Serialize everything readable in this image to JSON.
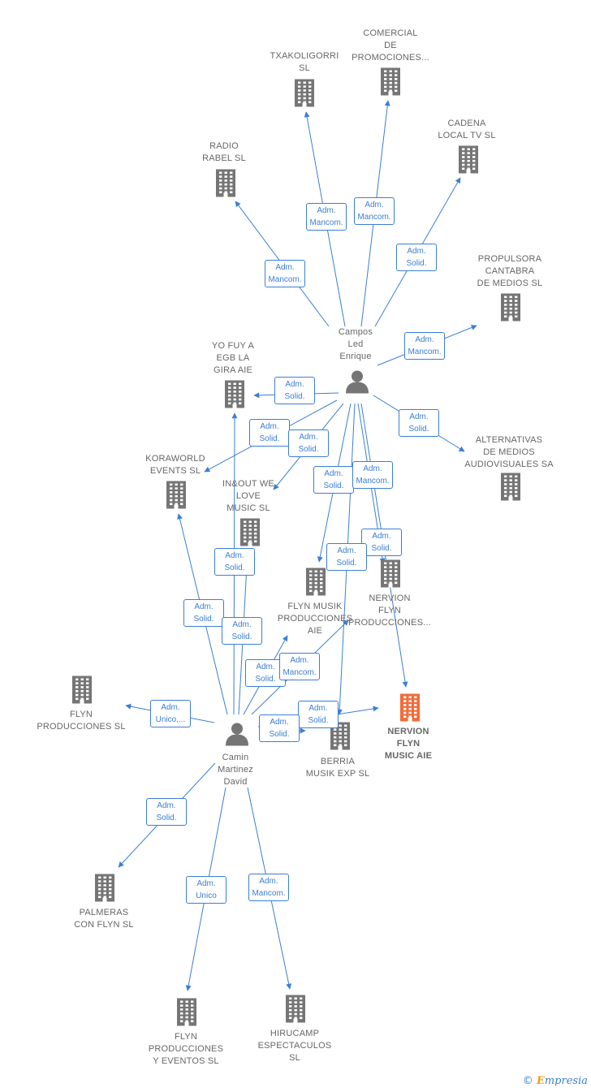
{
  "colors": {
    "edge": "#3a7fd5",
    "company": "#757575",
    "highlight": "#f26c3a",
    "person": "#757575"
  },
  "credit": {
    "symbol": "©",
    "brand_initial": "E",
    "brand_rest": "mpresia"
  },
  "nodes": [
    {
      "id": "txakoligorri",
      "type": "company",
      "label": "TXAKOLIGORRI\nSL"
    },
    {
      "id": "comercial",
      "type": "company",
      "label": "COMERCIAL\nDE\nPROMOCIONES..."
    },
    {
      "id": "cadena",
      "type": "company",
      "label": "CADENA\nLOCAL TV SL"
    },
    {
      "id": "radio",
      "type": "company",
      "label": "RADIO\nRABEL SL"
    },
    {
      "id": "propulsora",
      "type": "company",
      "label": "PROPULSORA\nCANTABRA\nDE MEDIOS SL"
    },
    {
      "id": "campos",
      "type": "person",
      "label": "Campos\nLed\nEnrique"
    },
    {
      "id": "yofuy",
      "type": "company",
      "label": "YO FUY A\nEGB LA\nGIRA  AIE"
    },
    {
      "id": "alternativas",
      "type": "company",
      "label": "ALTERNATIVAS\nDE MEDIOS\nAUDIOVISUALES SA"
    },
    {
      "id": "koraworld",
      "type": "company",
      "label": "KORAWORLD\nEVENTS  SL"
    },
    {
      "id": "inout",
      "type": "company",
      "label": "IN&OUT WE\nLOVE\nMUSIC  SL"
    },
    {
      "id": "flynmusik",
      "type": "company",
      "label": "FLYN MUSIK\nPRODUCCIONES\nAIE"
    },
    {
      "id": "nervionflyn",
      "type": "company",
      "label": "NERVION\nFLYN\nPRODUCCIONES..."
    },
    {
      "id": "nervionmain",
      "type": "main",
      "label": "NERVION\nFLYN\nMUSIC  AIE"
    },
    {
      "id": "flynprod",
      "type": "company",
      "label": "FLYN\nPRODUCCIONES SL"
    },
    {
      "id": "berria",
      "type": "company",
      "label": "BERRIA\nMUSIK EXP  SL"
    },
    {
      "id": "camin",
      "type": "person",
      "label": "Camin\nMartinez\nDavid"
    },
    {
      "id": "palmeras",
      "type": "company",
      "label": "PALMERAS\nCON FLYN SL"
    },
    {
      "id": "flynprodeventos",
      "type": "company",
      "label": "FLYN\nPRODUCCIONES\nY EVENTOS  SL"
    },
    {
      "id": "hirucamp",
      "type": "company",
      "label": "HIRUCAMP\nESPECTACULOS\nSL"
    }
  ],
  "relations": [
    {
      "from": "campos",
      "to": "txakoligorri",
      "label": "Adm.\nMancom."
    },
    {
      "from": "campos",
      "to": "comercial",
      "label": "Adm.\nMancom."
    },
    {
      "from": "campos",
      "to": "cadena",
      "label": "Adm.\nSolid."
    },
    {
      "from": "campos",
      "to": "radio",
      "label": "Adm.\nMancom."
    },
    {
      "from": "campos",
      "to": "propulsora",
      "label": "Adm.\nMancom."
    },
    {
      "from": "campos",
      "to": "yofuy",
      "label": "Adm.\nSolid."
    },
    {
      "from": "campos",
      "to": "alternativas",
      "label": "Adm.\nSolid."
    },
    {
      "from": "campos",
      "to": "koraworld",
      "label": "Adm.\nSolid."
    },
    {
      "from": "campos",
      "to": "inout",
      "label": "Adm.\nSolid."
    },
    {
      "from": "campos",
      "to": "flynmusik",
      "label": "Adm.\nSolid."
    },
    {
      "from": "campos",
      "to": "nervionflyn",
      "label": "Adm.\nMancom."
    },
    {
      "from": "campos",
      "to": "nervionmain",
      "label": "Adm.\nSolid."
    },
    {
      "from": "campos",
      "to": "berria",
      "label": "Adm.\nSolid."
    },
    {
      "from": "camin",
      "to": "yofuy",
      "label": "Adm.\nSolid."
    },
    {
      "from": "camin",
      "to": "koraworld",
      "label": "Adm.\nSolid."
    },
    {
      "from": "camin",
      "to": "inout",
      "label": "Adm.\nSolid."
    },
    {
      "from": "camin",
      "to": "flynmusik",
      "label": "Adm.\nSolid."
    },
    {
      "from": "camin",
      "to": "nervionflyn",
      "label": "Adm.\nMancom."
    },
    {
      "from": "camin",
      "to": "nervionmain",
      "label": "Adm.\nSolid."
    },
    {
      "from": "camin",
      "to": "berria",
      "label": "Adm.\nSolid."
    },
    {
      "from": "camin",
      "to": "flynprod",
      "label": "Adm.\nUnico,..."
    },
    {
      "from": "camin",
      "to": "palmeras",
      "label": "Adm.\nSolid."
    },
    {
      "from": "camin",
      "to": "flynprodeventos",
      "label": "Adm.\nUnico"
    },
    {
      "from": "camin",
      "to": "hirucamp",
      "label": "Adm.\nMancom."
    }
  ]
}
